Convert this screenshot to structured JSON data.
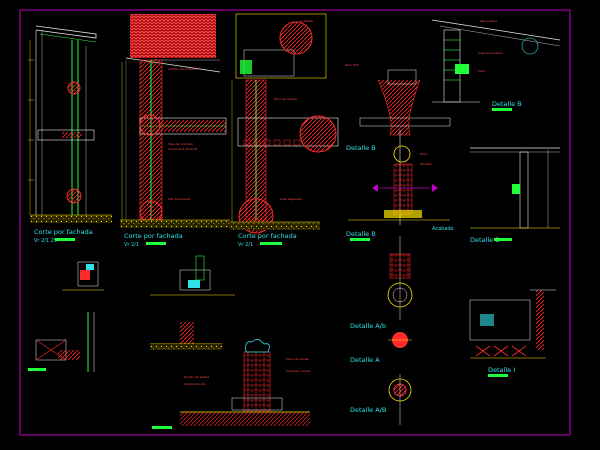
{
  "labels": {
    "corte1": "Corte por fachada",
    "corte2": "Corte por fachada",
    "corte3": "Corte por fachada",
    "scale1": "Vr 2/1 25",
    "scale2": "Vr 2/1",
    "scale3": "Vr 2/1",
    "detalle_a": "Detalle B",
    "detalle_b": "Detalle B",
    "detalle_c": "Detalle B",
    "detalle_d": "Detalle B",
    "detalle_e": "Detalle I",
    "acabado": "Acabado",
    "det_a": "Detalle A/b",
    "det_b": "Detalle A",
    "det_c": "Detalle A/B"
  },
  "colors": {
    "background": "#000000",
    "frame": "#c000c0",
    "red": "#ff2a2a",
    "cyan": "#2fe0e6",
    "green": "#1fff3a",
    "yellow": "#ffe600",
    "white": "#e8e8e8"
  }
}
